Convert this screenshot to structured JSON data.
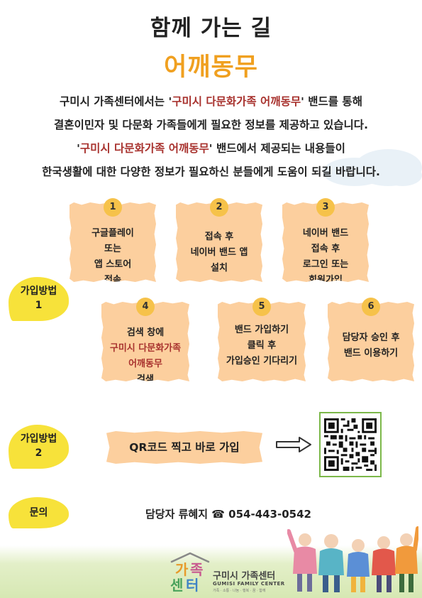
{
  "header": {
    "title": "함께 가는 길",
    "subtitle": "어깨동무"
  },
  "intro": {
    "line1_pre": "구미시 가족센터에서는 '",
    "line1_hl": "구미시 다문화가족 어깨동무",
    "line1_post": "' 밴드를 통해",
    "line2": "결혼이민자 및 다문화 가족들에게 필요한 정보를 제공하고 있습니다.",
    "line3_pre": "'",
    "line3_hl": "구미시 다문화가족 어깨동무",
    "line3_post": "' 밴드에서 제공되는 내용들이",
    "line4": "한국생활에 대한 다양한 정보가 필요하신 분들에게 도움이 되길 바랍니다."
  },
  "method1": {
    "label_line1": "가입방법",
    "label_line2": "1",
    "steps": [
      {
        "num": "1",
        "lines": [
          "구글플레이",
          "또는",
          "앱 스토어",
          "접속"
        ]
      },
      {
        "num": "2",
        "lines": [
          "접속 후",
          "네이버 밴드 앱",
          "설치"
        ]
      },
      {
        "num": "3",
        "lines": [
          "네이버 밴드",
          "접속 후",
          "로그인 또는",
          "회원가입"
        ]
      },
      {
        "num": "4",
        "lines": [
          "검색 창에",
          "구미시 다문화가족",
          "어깨동무",
          "검색"
        ]
      },
      {
        "num": "5",
        "lines": [
          "밴드 가입하기",
          "클릭 후",
          "가입승인 기다리기"
        ]
      },
      {
        "num": "6",
        "lines": [
          "담당자 승인 후",
          "밴드 이용하기"
        ]
      }
    ]
  },
  "method2": {
    "label_line1": "가입방법",
    "label_line2": "2",
    "qr_text": "QR코드 찍고 바로 가입",
    "arrow": "arrow-right-icon"
  },
  "contact": {
    "label": "문의",
    "text": "담당자 류혜지 ☎ 054-443-0542"
  },
  "footer": {
    "logo_ga": "가",
    "logo_jok": "족",
    "logo_sen": "센",
    "logo_teo": "터",
    "center_name": "구미시 가족센터",
    "center_en": "GUMISI FAMILY CENTER",
    "small_text": "가족 · 소통 · 나눔 · 행복 · 꿈 · 함께"
  },
  "colors": {
    "accent": "#f0a020",
    "highlight": "#a8322e",
    "step_box": "#fccf9e",
    "number_circle": "#f6c24a",
    "leaf_label": "#f7e23a",
    "qr_border": "#7cb84a"
  }
}
